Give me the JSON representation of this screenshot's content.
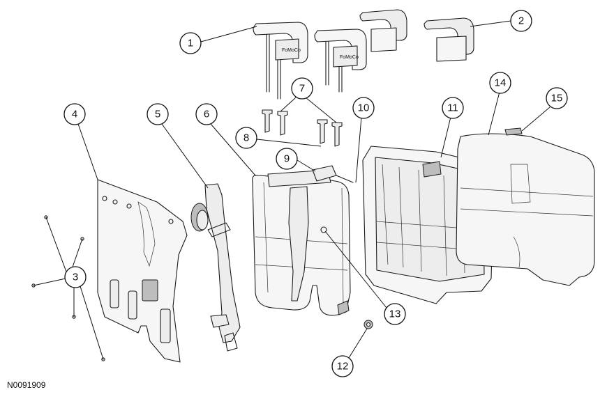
{
  "diagram": {
    "reference_code": "N0091909",
    "callouts": [
      "1",
      "2",
      "3",
      "4",
      "5",
      "6",
      "7",
      "8",
      "9",
      "10",
      "11",
      "12",
      "13",
      "14",
      "15"
    ],
    "headrest_label": "FoMoCo"
  }
}
